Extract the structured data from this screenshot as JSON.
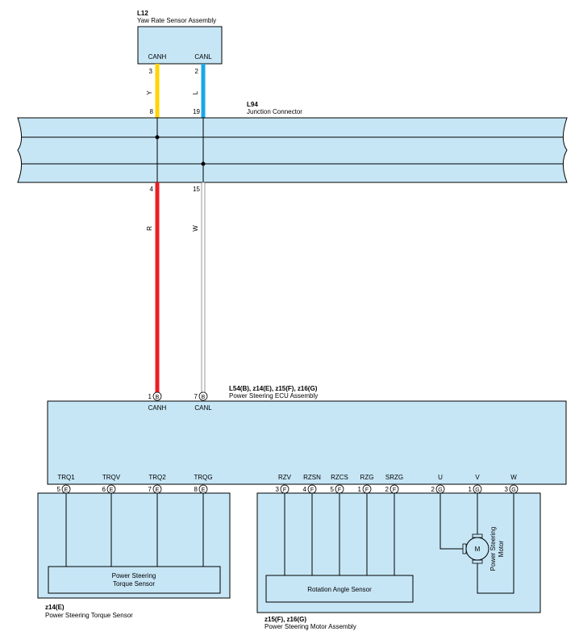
{
  "colors": {
    "component_fill": "#c6e6f6",
    "outline": "#000000",
    "wire_Y": "#ffd400",
    "wire_L": "#1aa7e8",
    "wire_R": "#ee1c25",
    "wire_W": "#ffffff"
  },
  "yaw_sensor": {
    "code": "L12",
    "name": "Yaw Rate Sensor Assembly",
    "pin_canh_label": "CANH",
    "pin_canl_label": "CANL",
    "pin_canh_num": "3",
    "pin_canl_num": "2"
  },
  "junction": {
    "code": "L94",
    "name": "Junction Connector",
    "top_pin_a": "8",
    "top_pin_b": "19",
    "bottom_pin_a": "4",
    "bottom_pin_b": "15"
  },
  "wires": {
    "upper_a_color": "Y",
    "upper_b_color": "L",
    "lower_a_color": "R",
    "lower_b_color": "W"
  },
  "ecu": {
    "code": "L54(B), z14(E), z15(F), z16(G)",
    "name": "Power Steering ECU Assembly",
    "canh_pin": "1",
    "canl_pin": "7",
    "canh_conn": "B",
    "canl_conn": "B",
    "canh_label": "CANH",
    "canl_label": "CANL"
  },
  "ecu_bottom_pins": [
    {
      "label": "TRQ1",
      "num": "5",
      "conn": "E"
    },
    {
      "label": "TRQV",
      "num": "6",
      "conn": "E"
    },
    {
      "label": "TRQ2",
      "num": "7",
      "conn": "E"
    },
    {
      "label": "TRQG",
      "num": "8",
      "conn": "E"
    },
    {
      "label": "RZV",
      "num": "3",
      "conn": "F"
    },
    {
      "label": "RZSN",
      "num": "4",
      "conn": "F"
    },
    {
      "label": "RZCS",
      "num": "5",
      "conn": "F"
    },
    {
      "label": "RZG",
      "num": "1",
      "conn": "F"
    },
    {
      "label": "SRZG",
      "num": "2",
      "conn": "F"
    },
    {
      "label": "U",
      "num": "2",
      "conn": "G"
    },
    {
      "label": "V",
      "num": "1",
      "conn": "G"
    },
    {
      "label": "W",
      "num": "3",
      "conn": "G"
    }
  ],
  "torque_sensor": {
    "inner_line1": "Power Steering",
    "inner_line2": "Torque Sensor",
    "code": "z14(E)",
    "name": "Power Steering Torque Sensor"
  },
  "motor_assembly": {
    "inner_sensor": "Rotation Angle Sensor",
    "motor_symbol": "M",
    "motor_line1": "Power Steering",
    "motor_line2": "Motor",
    "code": "z15(F), z16(G)",
    "name": "Power Steering Motor Assembly"
  }
}
